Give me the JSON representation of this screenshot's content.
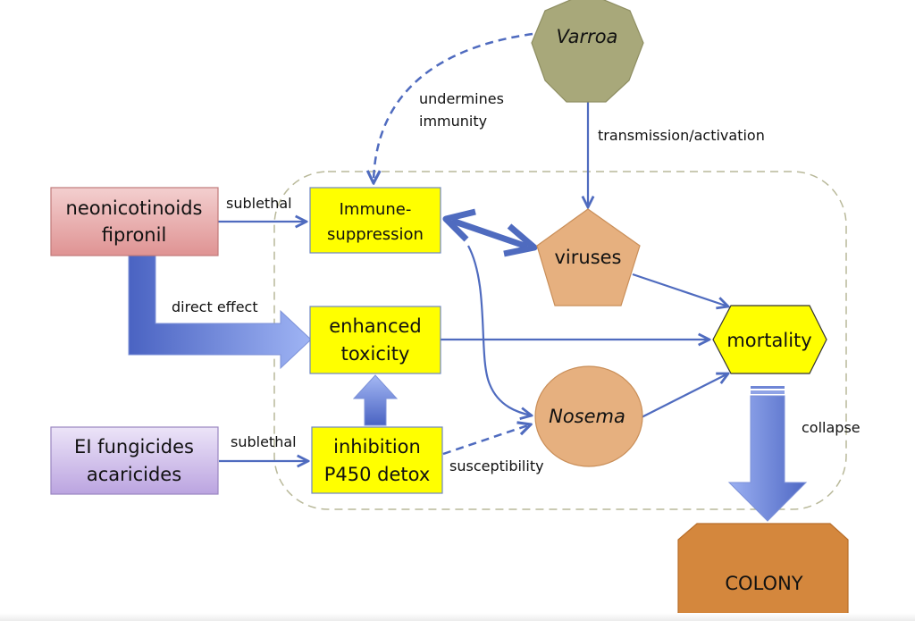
{
  "colors": {
    "arrow_blue": "#4f6bbf",
    "node_yellow": "#ffff00",
    "node_pink": "#e59b9b",
    "node_purple": "#c8b4e6",
    "node_tan": "#e6b07f",
    "node_olive": "#a8a87a",
    "node_orange": "#d4873d",
    "boundary_dash": "#b9b99a"
  },
  "nodes": {
    "varroa": "Varroa",
    "neonicotinoids": [
      "neonicotinoids",
      "fipronil"
    ],
    "immune": [
      "Immune-",
      "suppression"
    ],
    "viruses": "viruses",
    "enhanced": [
      "enhanced",
      "toxicity"
    ],
    "mortality": "mortality",
    "ei_fungicides": [
      "EI fungicides",
      "acaricides"
    ],
    "inhibition": [
      "inhibition",
      "P450 detox"
    ],
    "nosema": "Nosema",
    "colony": "COLONY"
  },
  "edges": {
    "undermines": [
      "undermines",
      "immunity"
    ],
    "transmission": "transmission/activation",
    "sublethal_top": "sublethal",
    "direct_effect": "direct effect",
    "sublethal_bottom": "sublethal",
    "susceptibility": "susceptibility",
    "collapse": "collapse"
  }
}
